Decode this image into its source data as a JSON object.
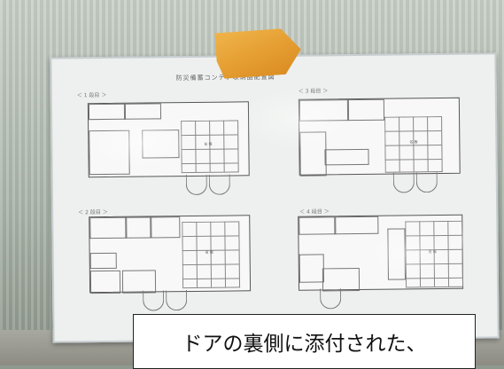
{
  "caption": {
    "text": "ドアの裏側に添付された、"
  },
  "board": {
    "title": "防災備蓄コンテナ収納品配置図",
    "sections": [
      {
        "label": "＜ 1 段目 ＞",
        "area_label": "名 板"
      },
      {
        "label": "＜ 3 段目 ＞",
        "area_label": "名 板"
      },
      {
        "label": "＜ 2 段目 ＞",
        "area_label": "名 板"
      },
      {
        "label": "＜ 4 段目 ＞",
        "area_label": "名 板"
      }
    ]
  },
  "colors": {
    "tape": "#e6a035",
    "board": "#edf0ee",
    "caption_bg": "#ffffff"
  }
}
